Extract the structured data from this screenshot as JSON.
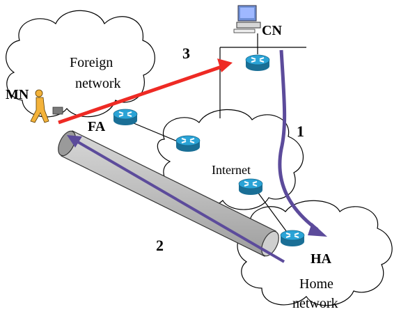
{
  "labels": {
    "foreign_network_line1": "Foreign",
    "foreign_network_line2": "network",
    "mn": "MN",
    "fa": "FA",
    "cn": "CN",
    "internet": "Internet",
    "ha": "HA",
    "home_network_line1": "Home",
    "home_network_line2": "network"
  },
  "steps": {
    "step1": "1",
    "step2": "2",
    "step3": "3"
  },
  "colors": {
    "red_arrow": "#ee2a24",
    "purple_arrow": "#5c4b9b",
    "router": "#1f8fbf",
    "tunnel": "#c9c9c9",
    "person": "#f3b23a"
  }
}
